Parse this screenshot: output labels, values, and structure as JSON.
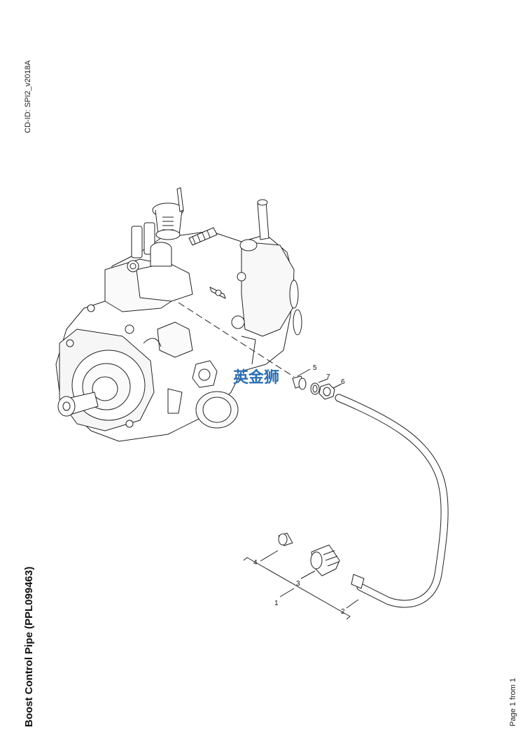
{
  "header": {
    "cd_id": "CD-ID: SPI2_v2018A"
  },
  "document": {
    "title": "Boost Control Pipe (PPL099463)",
    "page_indicator": "Page 1 from 1"
  },
  "watermark": {
    "text": "英金狮",
    "color": "#2b6fb5"
  },
  "callouts": [
    "1",
    "2",
    "3",
    "4",
    "5",
    "6",
    "7"
  ]
}
